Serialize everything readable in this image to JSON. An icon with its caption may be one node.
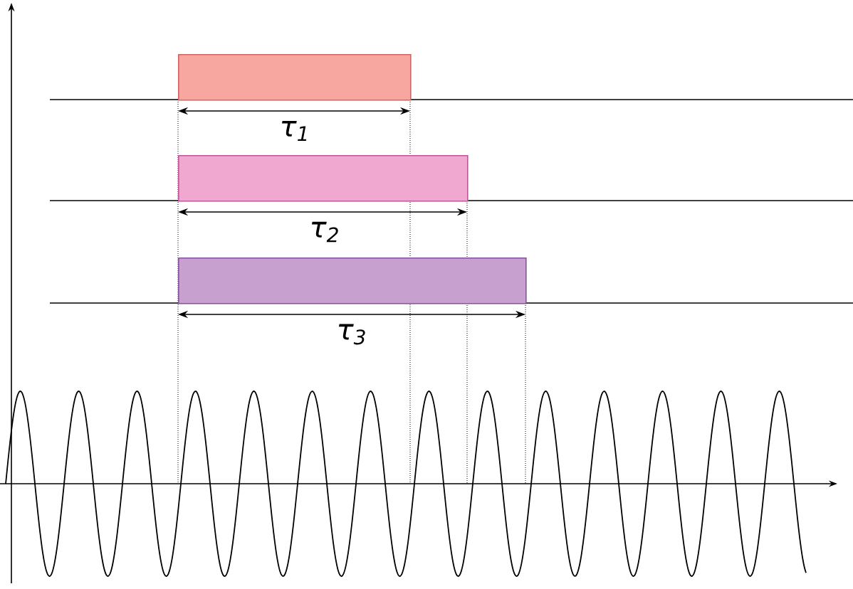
{
  "diagram": {
    "nodes": [
      {
        "text": [],
        "shape": "bar"
      },
      {
        "text": [],
        "shape": "bar"
      },
      {
        "text": [],
        "shape": "bar"
      }
    ],
    "labels": [
      "τ$_{1}$",
      "τ$_{2}$",
      "τ$_{3}$"
    ]
  }
}
